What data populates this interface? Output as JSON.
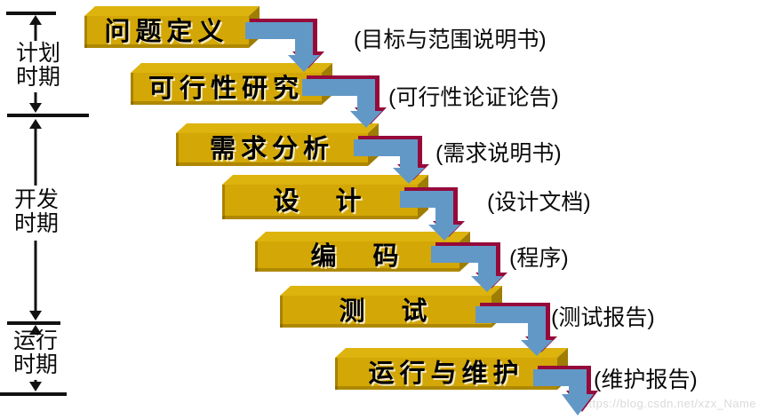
{
  "diagram": {
    "phases": [
      {
        "name": "计划时期",
        "lines": [
          "计划",
          "时期"
        ]
      },
      {
        "name": "开发时期",
        "lines": [
          "开发",
          "时期"
        ]
      },
      {
        "name": "运行时期",
        "lines": [
          "运行",
          "时期"
        ]
      }
    ],
    "steps": [
      {
        "label": "问题定义",
        "deliverable": "(目标与范围说明书)"
      },
      {
        "label": "可行性研究",
        "deliverable": "(可行性论证论告)"
      },
      {
        "label": "需求分析",
        "deliverable": "(需求说明书)"
      },
      {
        "label": "设　计",
        "deliverable": "(设计文档)"
      },
      {
        "label": "编　码",
        "deliverable": "(程序)"
      },
      {
        "label": "测　试",
        "deliverable": "(测试报告)"
      },
      {
        "label": "运行与维护",
        "deliverable": "(维护报告)"
      }
    ],
    "watermark": "https://blog.csdn.net/xzx_Name",
    "colors": {
      "box_front": "#D3A705",
      "box_top": "#DDB30E",
      "box_side": "#9E7D02",
      "arrow_blue": "#6298C6",
      "arrow_shadow": "#96093B",
      "line_black": "#111111"
    }
  }
}
